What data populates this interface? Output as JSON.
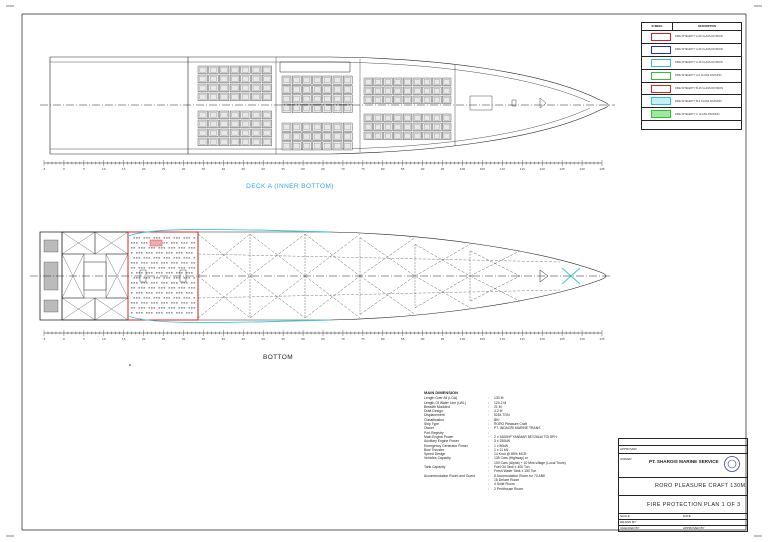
{
  "drawing": {
    "deck_label": "DECK A (INNER BOTTOM)",
    "bottom_label": "BOTTOM",
    "colors": {
      "deck_label": "#34a8e0",
      "red_zone": "#e02020",
      "cyan_zone": "#40c8d8",
      "line": "#222222"
    }
  },
  "main_dimension": {
    "heading": "MAIN DIMENSION",
    "rows": [
      {
        "key": "Length Over All (LOA)",
        "value": "130      M"
      },
      {
        "key": "Length Of Water Line (LWL)",
        "value": "124.2      M"
      },
      {
        "key": "Breadth Moulded",
        "value": "21      M"
      },
      {
        "key": "Draft Design",
        "value": "4.2      M"
      },
      {
        "key": "Displacement",
        "value": "5254      TON"
      },
      {
        "key": "Classification",
        "value": "BKI"
      },
      {
        "key": "Ship Type",
        "value": "RORO Pleasure Craft"
      },
      {
        "key": "Owner",
        "value": "PT. INDAGRI MARINE TRANS"
      },
      {
        "key": "Port Registry",
        "value": ""
      },
      {
        "key": "Main Engine Power",
        "value": "2 x 3400HP YANMAR 8EY26LW TOI 8PH"
      },
      {
        "key": "Auxiliary Engine Power",
        "value": "3 x 250kW"
      },
      {
        "key": "Emergency Generator Power",
        "value": "1 x 80kW"
      },
      {
        "key": "Bow Thruster",
        "value": "1 x 11 kN"
      },
      {
        "key": "Speed Design",
        "value": "14 Knot @ 85% MCR"
      },
      {
        "key": "Vehicles Capacity",
        "value": "135 Cars (Highway) or"
      },
      {
        "key": "",
        "value": "100 Cars (Alpha) + 10 Mini-village (Local Tours)"
      },
      {
        "key": "Tank Capacity",
        "value": "Fuel Oil Tank          ± 400 Ton"
      },
      {
        "key": "",
        "value": "Fresh Water Tank       ± 150 Ton"
      },
      {
        "key": "Accommodation Room and Guest",
        "value": "8  Accomodation Room for  70 ABK"
      },
      {
        "key": "",
        "value": "18 Deluxe Room"
      },
      {
        "key": "",
        "value": "4  Suite Room"
      },
      {
        "key": "",
        "value": "2  Penthouse Room"
      }
    ]
  },
  "legend": {
    "col_symbol": "SYMBOL",
    "col_description": "DESCRIPTION",
    "rows": [
      {
        "color": "#e02020",
        "fill": "#ffffff",
        "text": "FIRE INTEGRITY A-60 CLASS DIVISION"
      },
      {
        "color": "#2030d0",
        "fill": "#ffffff",
        "text": "FIRE INTEGRITY A-30 CLASS DIVISION"
      },
      {
        "color": "#30c0d8",
        "fill": "#ffffff",
        "text": "FIRE INTEGRITY A-15 CLASS DIVISION"
      },
      {
        "color": "#30c030",
        "fill": "#ffffff",
        "text": "FIRE INTEGRITY A-0 CLASS DIVISION"
      },
      {
        "color": "#e02020",
        "fill": "#ffffff",
        "text": "FIRE INTEGRITY B-15 CLASS DIVISION"
      },
      {
        "color": "#30c0d8",
        "fill": "#c8f0f4",
        "text": "FIRE INTEGRITY B-0 CLASS DIVISION"
      },
      {
        "color": "#30c030",
        "fill": "#a0e8a0",
        "text": "FIRE INTEGRITY C CLASS DIVISION"
      }
    ]
  },
  "title_block": {
    "company": "PT. SHAROIS MARINE SERVICE",
    "project": "RORO PLEASURE CRAFT 130M",
    "title": "FIRE PROTECTION PLAN 1 OF 3",
    "approved_label": "APPROVED",
    "owner_label": "OWNER",
    "drawn_label": "DRAWN BY",
    "checked_label": "CHECKED BY",
    "approved_by_label": "APPROVED BY",
    "scale_label": "SCALE",
    "date_label": "DATE"
  }
}
